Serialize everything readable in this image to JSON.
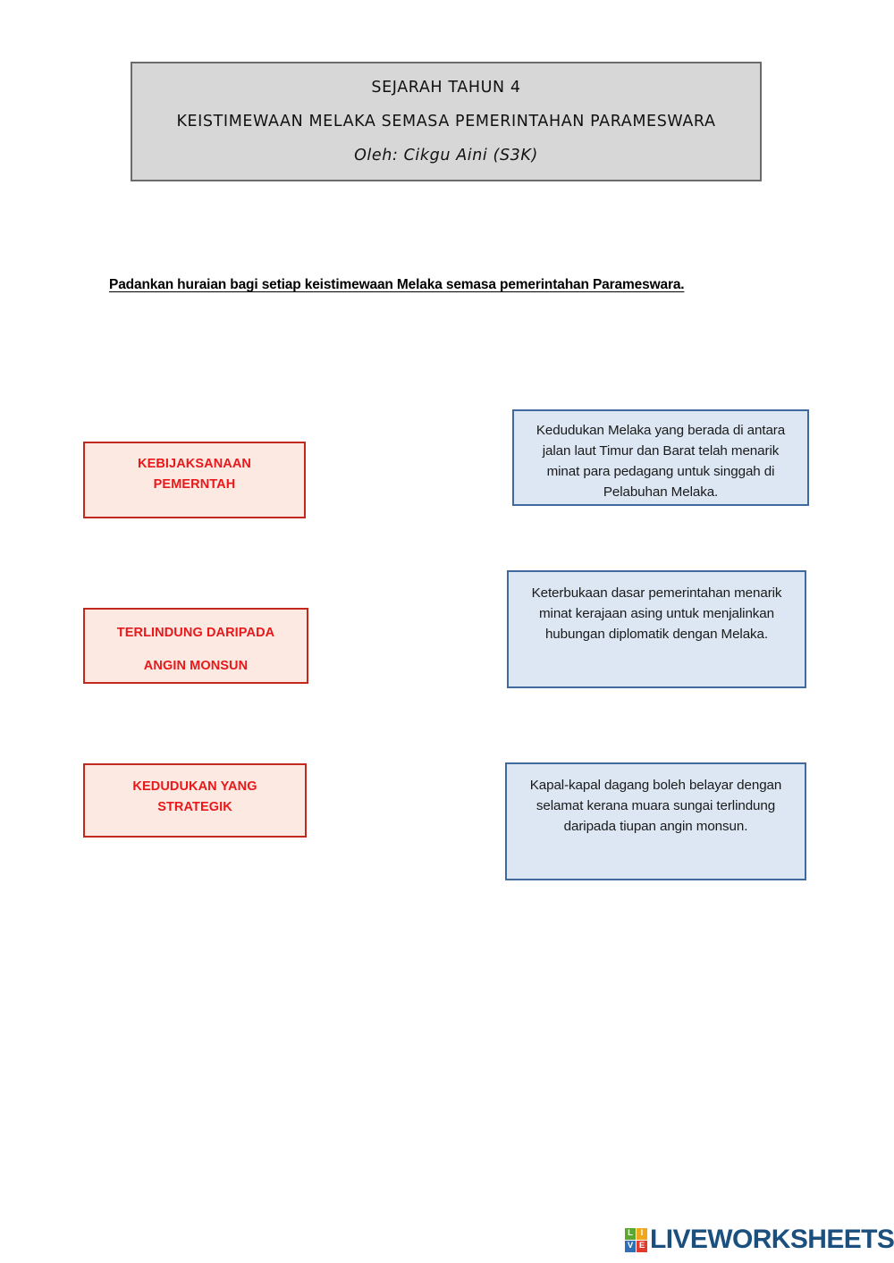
{
  "document": {
    "header": {
      "line1": "SEJARAH TAHUN 4",
      "line2": "KEISTIMEWAAN MELAKA SEMASA PEMERINTAHAN PARAMESWARA",
      "line3": "Oleh: Cikgu Aini (S3K)"
    },
    "instruction": "Padankan huraian bagi setiap keistimewaan Melaka semasa pemerintahan Parameswara.",
    "terms": [
      {
        "line1": "KEBIJAKSANAAN",
        "line2": "PEMERNTAH"
      },
      {
        "line1": "TERLINDUNG DARIPADA",
        "line2": "ANGIN MONSUN"
      },
      {
        "line1": "KEDUDUKAN YANG",
        "line2": "STRATEGIK"
      }
    ],
    "descriptions": [
      {
        "text": "Kedudukan Melaka yang berada di antara jalan laut Timur dan Barat telah menarik minat para pedagang untuk singgah di Pelabuhan Melaka."
      },
      {
        "text": "Keterbukaan dasar pemerintahan menarik minat kerajaan asing untuk menjalinkan hubungan diplomatik dengan Melaka."
      },
      {
        "text": "Kapal-kapal dagang boleh belayar dengan selamat kerana muara sungai terlindung daripada tiupan angin monsun."
      }
    ]
  },
  "logo": {
    "tiles": [
      {
        "letter": "L",
        "color": "#5aa832"
      },
      {
        "letter": "I",
        "color": "#f0a71e"
      },
      {
        "letter": "V",
        "color": "#2f6fb5"
      },
      {
        "letter": "E",
        "color": "#e23b2e"
      }
    ],
    "wordmark": "LIVEWORKSHEETS"
  },
  "colors": {
    "header_fill": "#d7d7d7",
    "header_border": "#6b6b6b",
    "term_fill": "#fce9e1",
    "term_border": "#c3281e",
    "term_text": "#e8181b",
    "desc_fill": "#dce7f3",
    "desc_border": "#40699e",
    "logo_word": "#1b4f7e"
  }
}
